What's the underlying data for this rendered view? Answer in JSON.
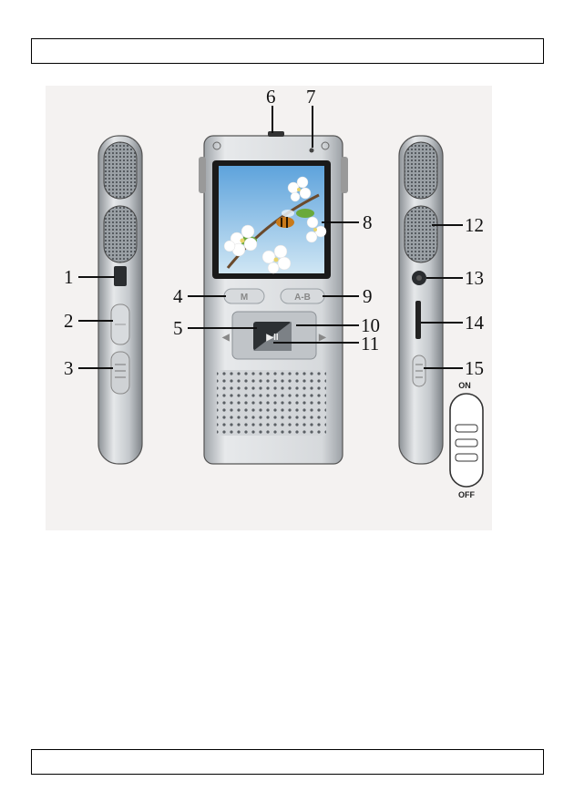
{
  "header": {
    "text": ""
  },
  "footer": {
    "text": ""
  },
  "figure": {
    "callouts": [
      "1",
      "2",
      "3",
      "4",
      "5",
      "6",
      "7",
      "8",
      "9",
      "10",
      "11",
      "12",
      "13",
      "14",
      "15"
    ],
    "buttons": {
      "mode": "M",
      "repeat": "A-B",
      "play": "▶II"
    },
    "power_switch": {
      "on_label": "ON",
      "off_label": "OFF"
    },
    "nav_arrows": {
      "left": "◀",
      "right": "▶"
    }
  },
  "colors": {
    "body_silver": "#c9ccd0",
    "body_dark": "#8e9398",
    "screen_frame": "#1a1a1a",
    "sky": "#7fb9e6",
    "blossom": "#ffffff",
    "leaf": "#6aa93a"
  }
}
